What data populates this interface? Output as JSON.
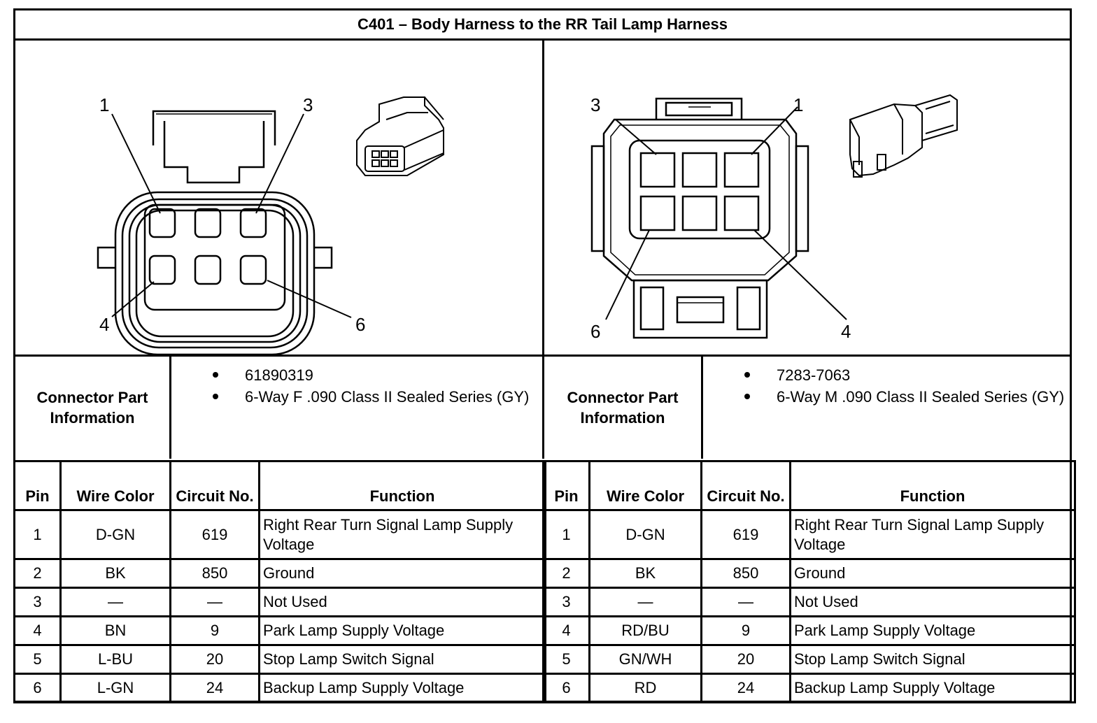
{
  "title": "C401 – Body Harness to the RR Tail Lamp Harness",
  "left": {
    "callouts": [
      "1",
      "3",
      "4",
      "6"
    ],
    "connector_part_label": "Connector Part Information",
    "part_info": [
      "61890319",
      "6-Way F .090 Class II Sealed Series (GY)"
    ],
    "columns": [
      "Pin",
      "Wire Color",
      "Circuit No.",
      "Function"
    ],
    "rows": [
      {
        "pin": "1",
        "wire_color": "D-GN",
        "circuit": "619",
        "function": "Right Rear Turn Signal Lamp Supply Voltage"
      },
      {
        "pin": "2",
        "wire_color": "BK",
        "circuit": "850",
        "function": "Ground"
      },
      {
        "pin": "3",
        "wire_color": "—",
        "circuit": "—",
        "function": "Not Used"
      },
      {
        "pin": "4",
        "wire_color": "BN",
        "circuit": "9",
        "function": "Park Lamp Supply Voltage"
      },
      {
        "pin": "5",
        "wire_color": "L-BU",
        "circuit": "20",
        "function": "Stop Lamp Switch Signal"
      },
      {
        "pin": "6",
        "wire_color": "L-GN",
        "circuit": "24",
        "function": "Backup Lamp Supply Voltage"
      }
    ]
  },
  "right": {
    "callouts": [
      "3",
      "1",
      "6",
      "4"
    ],
    "connector_part_label": "Connector Part Information",
    "part_info": [
      "7283-7063",
      "6-Way M .090 Class II Sealed Series (GY)"
    ],
    "columns": [
      "Pin",
      "Wire Color",
      "Circuit No.",
      "Function"
    ],
    "rows": [
      {
        "pin": "1",
        "wire_color": "D-GN",
        "circuit": "619",
        "function": "Right Rear Turn Signal Lamp Supply Voltage"
      },
      {
        "pin": "2",
        "wire_color": "BK",
        "circuit": "850",
        "function": "Ground"
      },
      {
        "pin": "3",
        "wire_color": "—",
        "circuit": "—",
        "function": "Not Used"
      },
      {
        "pin": "4",
        "wire_color": "RD/BU",
        "circuit": "9",
        "function": "Park Lamp Supply Voltage"
      },
      {
        "pin": "5",
        "wire_color": "GN/WH",
        "circuit": "20",
        "function": "Stop Lamp Switch Signal"
      },
      {
        "pin": "6",
        "wire_color": "RD",
        "circuit": "24",
        "function": "Backup Lamp Supply Voltage"
      }
    ]
  }
}
